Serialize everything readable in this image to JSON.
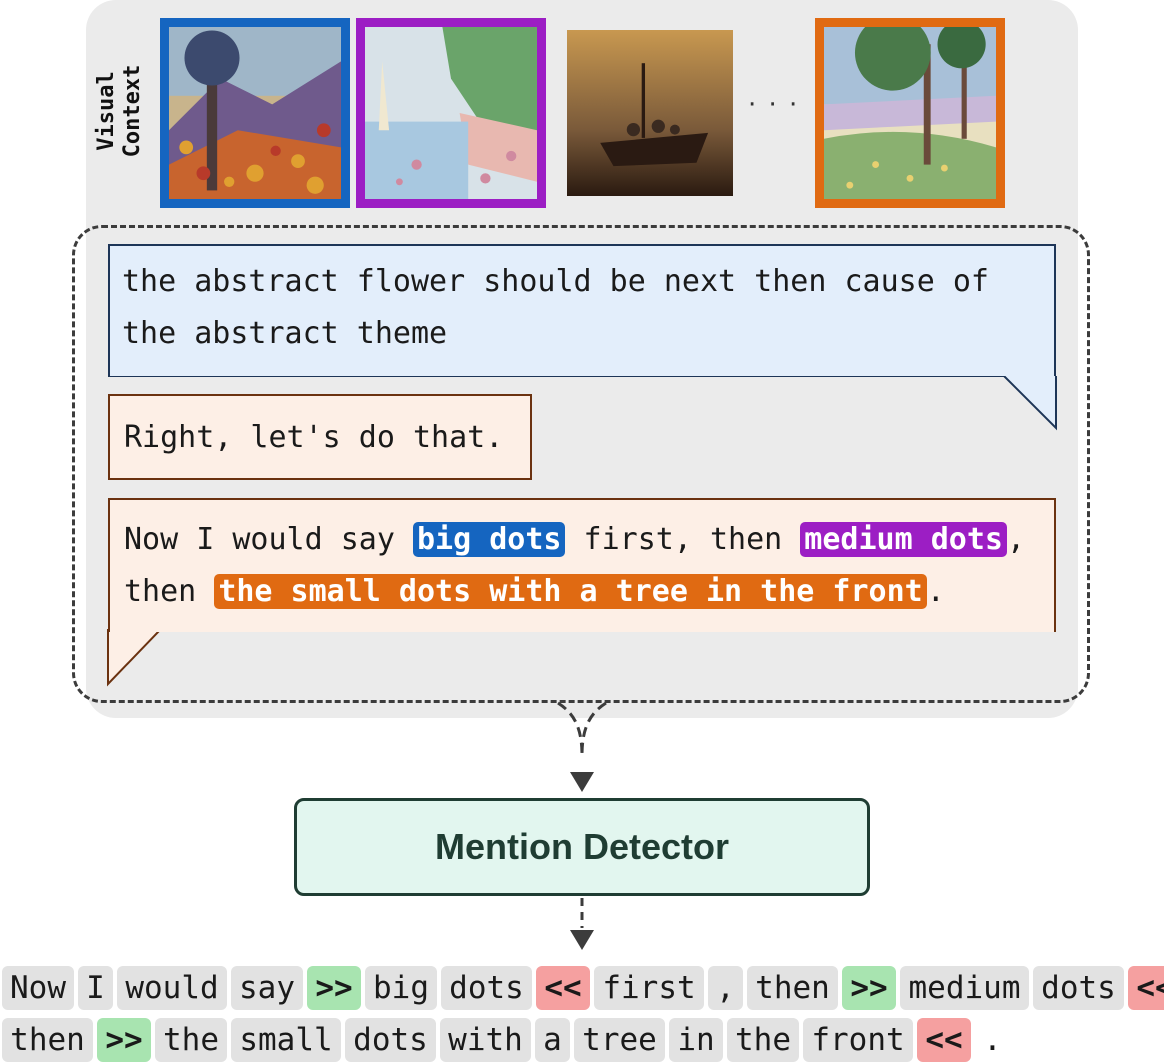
{
  "visual_context_label": "Visual\nContext",
  "ellipsis": "· · ·",
  "utterances": {
    "u1": "the abstract flower should be next then cause of the abstract theme",
    "u2": "Right, let's do that.",
    "u3": {
      "t1": "Now I would say ",
      "m1": "big dots",
      "t2": " first, then ",
      "m2": "medium dots",
      "t3": ",",
      "t4": "then ",
      "m3": "the small dots with a tree in the front",
      "t5": "."
    }
  },
  "mention_colors": {
    "big_dots": "#1565c0",
    "medium_dots": "#9c1ec4",
    "small_dots": "#e06a12"
  },
  "detector_label": "Mention Detector",
  "output_tokens": {
    "line1": [
      "Now",
      "I",
      "would",
      "say",
      ">>",
      "big",
      "dots",
      "<<",
      "first",
      ",",
      "then",
      ">>",
      "medium",
      "dots",
      "<<",
      ","
    ],
    "line2": [
      "then",
      ">>",
      "the",
      "small",
      "dots",
      "with",
      "a",
      "tree",
      "in",
      "the",
      "front",
      "<<",
      "."
    ]
  }
}
